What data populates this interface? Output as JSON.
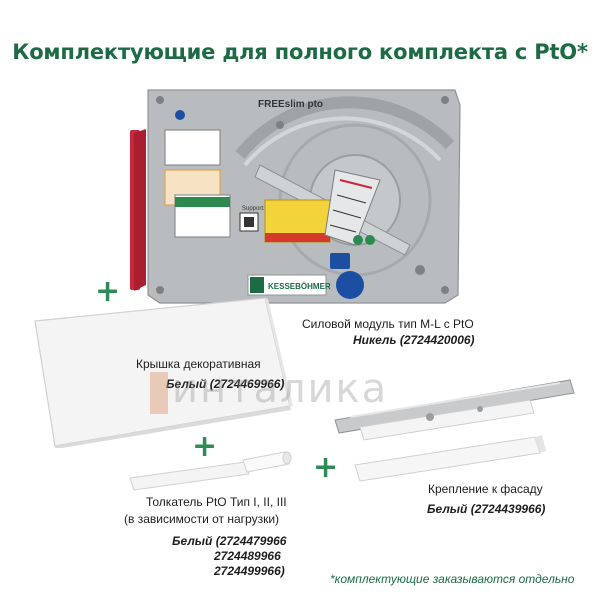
{
  "title": "Комплектующие для полного комплекта с PtO*",
  "watermark": "инталикa",
  "module": {
    "brand_label": "FREEslim pto",
    "maker_label": "KESSEBÖHMER",
    "support_label": "Support:",
    "caption": "Силовой модуль тип M-L с PtO",
    "code": "Никель (2724420006)"
  },
  "cover": {
    "caption": "Крышка декоративная",
    "code": "Белый (2724469966)"
  },
  "pusher": {
    "caption_line1": "Толкатель PtO Тип I, II, III",
    "caption_line2": "(в зависимости от нагрузки)",
    "code_line1": "Белый (2724479966",
    "code_line2": "2724489966",
    "code_line3": "2724499966)"
  },
  "mount": {
    "caption": "Крепление к фасаду",
    "code": "Белый (2724439966)"
  },
  "plus_symbol": "+",
  "footnote": "*комплектующие заказываются отдельно",
  "colors": {
    "title_green": "#1c6b45",
    "plus_green": "#2e8b57",
    "metal": "#b9bcbf",
    "red_frame": "#c8283c"
  }
}
